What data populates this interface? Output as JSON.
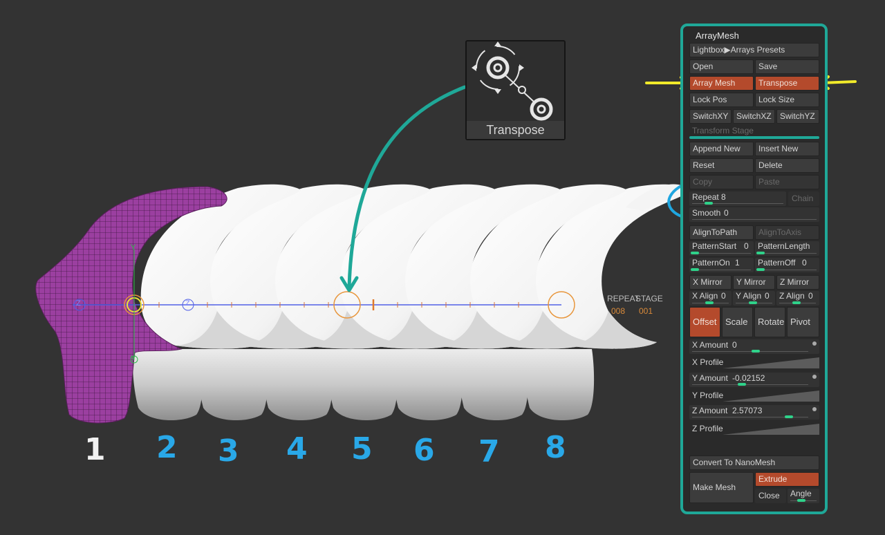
{
  "numbers": [
    {
      "label": "1",
      "color": "#f2f2f2"
    },
    {
      "label": "2",
      "color": "#29a8e8"
    },
    {
      "label": "3",
      "color": "#29a8e8"
    },
    {
      "label": "4",
      "color": "#29a8e8"
    },
    {
      "label": "5",
      "color": "#29a8e8"
    },
    {
      "label": "6",
      "color": "#29a8e8"
    },
    {
      "label": "7",
      "color": "#29a8e8"
    },
    {
      "label": "8",
      "color": "#29a8e8"
    }
  ],
  "viewport": {
    "axis_labels": {
      "z_left": "Z",
      "z_mid": "Z",
      "y_top": "Y",
      "y_bottom": "Y"
    },
    "repeat_label": "REPEAT",
    "stage_label": "STAGE",
    "repeat_value": "008",
    "stage_value": "001"
  },
  "callout": {
    "title": "Transpose"
  },
  "panel": {
    "title": "ArrayMesh",
    "lightbox": "Lightbox▶Arrays Presets",
    "open": "Open",
    "save": "Save",
    "array_mesh": "Array Mesh",
    "transpose": "Transpose",
    "lock_pos": "Lock Pos",
    "lock_size": "Lock Size",
    "switch_xy": "SwitchXY",
    "switch_xz": "SwitchXZ",
    "switch_yz": "SwitchYZ",
    "transform_stage": "Transform Stage",
    "append_new": "Append New",
    "insert_new": "Insert New",
    "reset": "Reset",
    "delete": "Delete",
    "copy": "Copy",
    "paste": "Paste",
    "repeat": {
      "label": "Repeat",
      "value": "8"
    },
    "chain": "Chain",
    "smooth": {
      "label": "Smooth",
      "value": "0"
    },
    "align_to_path": "AlignToPath",
    "align_to_axis": "AlignToAxis",
    "pattern_start": {
      "label": "PatternStart",
      "value": "0"
    },
    "pattern_length": {
      "label": "PatternLength",
      "value": ""
    },
    "pattern_on": {
      "label": "PatternOn",
      "value": "1"
    },
    "pattern_off": {
      "label": "PatternOff",
      "value": "0"
    },
    "x_mirror": "X Mirror",
    "y_mirror": "Y Mirror",
    "z_mirror": "Z Mirror",
    "x_align": {
      "label": "X Align",
      "value": "0"
    },
    "y_align": {
      "label": "Y Align",
      "value": "0"
    },
    "z_align": {
      "label": "Z Align",
      "value": "0"
    },
    "tabs": [
      "Offset",
      "Scale",
      "Rotate",
      "Pivot"
    ],
    "x_amount": {
      "label": "X Amount",
      "value": "0"
    },
    "x_profile": "X Profile",
    "y_amount": {
      "label": "Y Amount",
      "value": "-0.02152"
    },
    "y_profile": "Y Profile",
    "z_amount": {
      "label": "Z Amount",
      "value": "2.57073"
    },
    "z_profile": "Z Profile",
    "convert": "Convert To NanoMesh",
    "make_mesh": "Make Mesh",
    "extrude": "Extrude",
    "close": "Close",
    "angle": "Angle"
  },
  "colors": {
    "panel_border": "#1fa898",
    "active_button": "#b44a2c",
    "slider_knob": "#2fd28a",
    "arrow_teal": "#1fa898",
    "highlight_yellow": "#f1ea2a",
    "circle_blue": "#1fa6e0",
    "mesh_purple": "#9b3fa0"
  }
}
